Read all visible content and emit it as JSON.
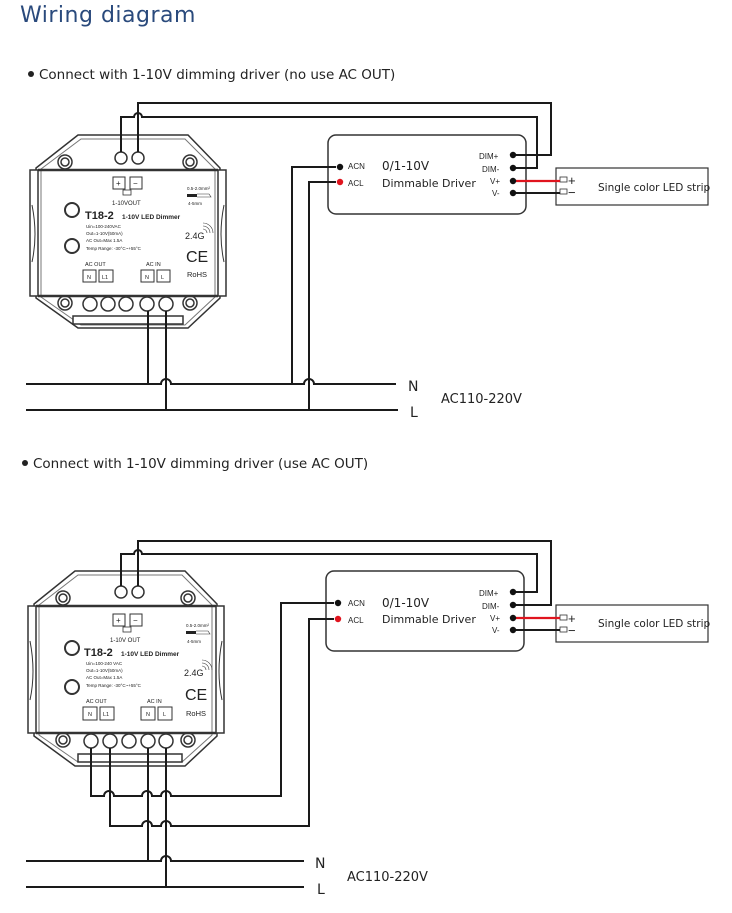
{
  "title": "Wiring diagram",
  "sections": [
    {
      "heading": "Connect with 1-10V dimming driver (no use AC OUT)",
      "device": {
        "model": "T18-2",
        "subtitle": "1-10V LED Dimmer",
        "output_label": "1-10VOUT",
        "plus": "+",
        "minus": "−",
        "wire_spec_top": "0.5-2.0mm²",
        "wire_spec_bottom": "4-5mm",
        "spec_lines": [
          "Uin=100-240VAC",
          "Out=1-10V(50mA)",
          "AC Out=Max 1.5A",
          "Temp Range: -30°C~+55°C"
        ],
        "frequency": "2.4G",
        "ce": "CE",
        "rohs": "RoHS",
        "ac_out_label": "AC OUT",
        "ac_out_terminals": [
          "N",
          "L1"
        ],
        "ac_in_label": "AC IN",
        "ac_in_terminals": [
          "N",
          "L"
        ]
      },
      "driver": {
        "line1": "0/1-10V",
        "line2": "Dimmable Driver",
        "left_terminals": [
          "ACN",
          "ACL"
        ],
        "right_terminals": [
          "DIM+",
          "DIM-",
          "V+",
          "V-"
        ]
      },
      "led_strip": {
        "label": "Single color LED strip",
        "plus": "+",
        "minus": "−"
      },
      "mains": {
        "n": "N",
        "l": "L",
        "voltage": "AC110-220V"
      }
    },
    {
      "heading": "Connect with 1-10V dimming driver (use AC OUT)",
      "device": {
        "model": "T18-2",
        "subtitle": "1-10V LED Dimmer",
        "output_label": "1-10V OUT",
        "plus": "+",
        "minus": "−",
        "wire_spec_top": "0.5-2.0mm²",
        "wire_spec_bottom": "4-5mm",
        "spec_lines": [
          "Uin=100-240 VAC",
          "Out=1-10V(50mA)",
          "AC Out=Max 1.5A",
          "Temp Range: -30°C~+55°C"
        ],
        "frequency": "2.4G",
        "ce": "CE",
        "rohs": "RoHS",
        "ac_out_label": "AC OUT",
        "ac_out_terminals": [
          "N",
          "L1"
        ],
        "ac_in_label": "AC IN",
        "ac_in_terminals": [
          "N",
          "L"
        ]
      },
      "driver": {
        "line1": "0/1-10V",
        "line2": "Dimmable Driver",
        "left_terminals": [
          "ACN",
          "ACL"
        ],
        "right_terminals": [
          "DIM+",
          "DIM-",
          "V+",
          "V-"
        ]
      },
      "led_strip": {
        "label": "Single color LED strip",
        "plus": "+",
        "minus": "−"
      },
      "mains": {
        "n": "N",
        "l": "L",
        "voltage": "AC110-220V"
      }
    }
  ],
  "colors": {
    "title": "#2a4a7c",
    "wire": "#1a1a1a",
    "live_wire": "#e0141e"
  }
}
